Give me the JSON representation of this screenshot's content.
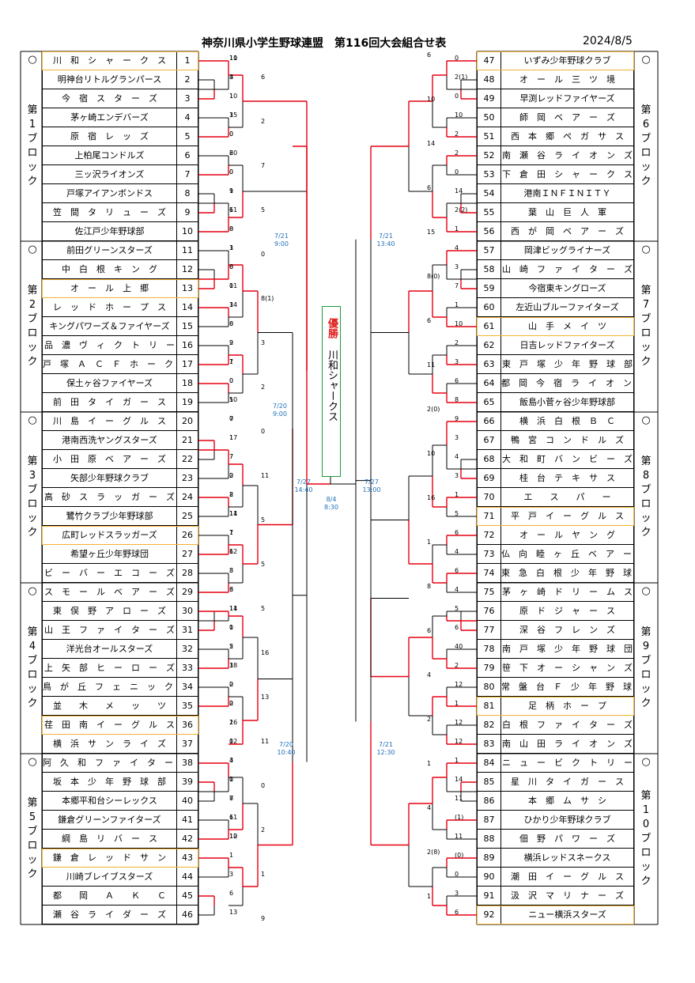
{
  "header": {
    "title": "神奈川県小学生野球連盟　第116回大会組合せ表",
    "date": "2024/8/5"
  },
  "colors": {
    "winner_line": "#e60012",
    "highlight": "#f2b233",
    "champion_border": "#1a9a3a",
    "date_text": "#1f6fb8"
  },
  "champion": {
    "label": "優勝",
    "team": "川和シャークス"
  },
  "final": {
    "date": "8/4",
    "time": "8:30"
  },
  "blocks": [
    {
      "circle": "○",
      "label": "第1ブロック"
    },
    {
      "circle": "○",
      "label": "第2ブロック"
    },
    {
      "circle": "○",
      "label": "第3ブロック"
    },
    {
      "circle": "○",
      "label": "第4ブロック"
    },
    {
      "circle": "○",
      "label": "第5ブロック"
    },
    {
      "circle": "○",
      "label": "第6ブロック"
    },
    {
      "circle": "○",
      "label": "第7ブロック"
    },
    {
      "circle": "○",
      "label": "第8ブロック"
    },
    {
      "circle": "○",
      "label": "第9ブロック"
    },
    {
      "circle": "○",
      "label": "第10ブロック"
    }
  ],
  "left_teams": [
    {
      "no": "1",
      "name": "川　和　シ　ャ　ー　ク　ス",
      "hl": true
    },
    {
      "no": "2",
      "name": "明神台リトルグランパース",
      "hl": false
    },
    {
      "no": "3",
      "name": "今　宿　ス　タ　ー　ズ",
      "hl": false
    },
    {
      "no": "4",
      "name": "茅ヶ崎エンデバーズ",
      "hl": false
    },
    {
      "no": "5",
      "name": "原　宿　レ　ッ　ズ",
      "hl": false
    },
    {
      "no": "6",
      "name": "上柏尾コンドルズ",
      "hl": false
    },
    {
      "no": "7",
      "name": "三ッ沢ライオンズ",
      "hl": false
    },
    {
      "no": "8",
      "name": "戸塚アイアンボンドス",
      "hl": false
    },
    {
      "no": "9",
      "name": "笠　間　タ　リ　ュ　ー　ズ",
      "hl": false
    },
    {
      "no": "10",
      "name": "佐江戸少年野球部",
      "hl": false
    },
    {
      "no": "11",
      "name": "前田グリーンスターズ",
      "hl": false
    },
    {
      "no": "12",
      "name": "中　白　根　キ　ン　グ",
      "hl": false
    },
    {
      "no": "13",
      "name": "オ　ー　ル　上　郷",
      "hl": true
    },
    {
      "no": "14",
      "name": "レ　ッ　ド　ホ　ー　プ　ス",
      "hl": false
    },
    {
      "no": "15",
      "name": "キングパワーズ＆ファイヤーズ",
      "hl": false
    },
    {
      "no": "16",
      "name": "品　濃　ヴ　ィ　ク　ト　リ　ー",
      "hl": false
    },
    {
      "no": "17",
      "name": "戸　塚　Ａ　Ｃ　Ｆ　ホ　ー　ク　ス",
      "hl": false
    },
    {
      "no": "18",
      "name": "保土ヶ谷ファイヤーズ",
      "hl": false
    },
    {
      "no": "19",
      "name": "前　田　タ　イ　ガ　ー　ス",
      "hl": false
    },
    {
      "no": "20",
      "name": "川　島　イ　ー　グ　ル　ス",
      "hl": false
    },
    {
      "no": "21",
      "name": "港南西洗ヤングスターズ",
      "hl": false
    },
    {
      "no": "22",
      "name": "小　田　原　ベ　ア　ー　ズ",
      "hl": false
    },
    {
      "no": "23",
      "name": "矢部少年野球クラブ",
      "hl": false
    },
    {
      "no": "24",
      "name": "高　砂　ス　ラ　ッ　ガ　ー　ズ",
      "hl": false
    },
    {
      "no": "25",
      "name": "鷺竹クラブ少年野球部",
      "hl": false
    },
    {
      "no": "26",
      "name": "広町レッドスラッガーズ",
      "hl": true
    },
    {
      "no": "27",
      "name": "希望ヶ丘少年野球団",
      "hl": false
    },
    {
      "no": "28",
      "name": "ビ　ー　バ　ー　エ　コ　ー　ズ",
      "hl": false
    },
    {
      "no": "29",
      "name": "ス　モ　ー　ル　ベ　ア　ー　ズ",
      "hl": false
    },
    {
      "no": "30",
      "name": "東　俣　野　ア　ロ　ー　ズ",
      "hl": false
    },
    {
      "no": "31",
      "name": "山　王　フ　ァ　イ　タ　ー　ズ",
      "hl": false
    },
    {
      "no": "32",
      "name": "洋光台オールスターズ",
      "hl": false
    },
    {
      "no": "33",
      "name": "上　矢　部　ヒ　ー　ロ　ー　ズ",
      "hl": false
    },
    {
      "no": "34",
      "name": "鳥　が　丘　フ　ェ　ニ　ッ　ク　ス",
      "hl": false
    },
    {
      "no": "35",
      "name": "並　　木　　メ　　ッ　　ツ",
      "hl": false
    },
    {
      "no": "36",
      "name": "荏　田　南　イ　ー　グ　ル　ス",
      "hl": true
    },
    {
      "no": "37",
      "name": "横　浜　サ　ン　ラ　イ　ズ",
      "hl": false
    },
    {
      "no": "38",
      "name": "阿　久　和　フ　ァ　イ　タ　ー　ズ",
      "hl": false
    },
    {
      "no": "39",
      "name": "坂　本　少　年　野　球　部",
      "hl": false
    },
    {
      "no": "40",
      "name": "本郷平和台シーレックス",
      "hl": false
    },
    {
      "no": "41",
      "name": "鎌倉グリーンファイターズ",
      "hl": false
    },
    {
      "no": "42",
      "name": "綱　島　リ　バ　ー　ス",
      "hl": false
    },
    {
      "no": "43",
      "name": "鎌　倉　レ　ッ　ド　サ　ン",
      "hl": true
    },
    {
      "no": "44",
      "name": "川崎ブレイブスターズ",
      "hl": false
    },
    {
      "no": "45",
      "name": "都　　岡　　Ａ　　Ｋ　　Ｃ",
      "hl": false
    },
    {
      "no": "46",
      "name": "瀬　谷　ラ　イ　ダ　ー　ズ",
      "hl": false
    }
  ],
  "right_teams": [
    {
      "no": "47",
      "name": "いずみ少年野球クラブ",
      "hl": true
    },
    {
      "no": "48",
      "name": "オ　ー　ル　三　ツ　境",
      "hl": false
    },
    {
      "no": "49",
      "name": "早渕レッドファイヤーズ",
      "hl": false
    },
    {
      "no": "50",
      "name": "師　岡　ベ　ア　ー　ズ",
      "hl": false
    },
    {
      "no": "51",
      "name": "西　本　郷　ペ　ガ　サ　ス",
      "hl": false
    },
    {
      "no": "52",
      "name": "南　瀬　谷　ラ　イ　オ　ン　ズ",
      "hl": false
    },
    {
      "no": "53",
      "name": "下　倉　田　シ　ャ　ー　ク　ス",
      "hl": false
    },
    {
      "no": "54",
      "name": "港南ＩＮＦＩＮＩＴＹ",
      "hl": false
    },
    {
      "no": "55",
      "name": "葉　山　巨　人　軍",
      "hl": false
    },
    {
      "no": "56",
      "name": "西　が　岡　ベ　ア　ー　ズ",
      "hl": false
    },
    {
      "no": "57",
      "name": "岡津ビッグライナーズ",
      "hl": false
    },
    {
      "no": "58",
      "name": "山　崎　フ　ァ　イ　タ　ー　ズ",
      "hl": false
    },
    {
      "no": "59",
      "name": "今宿東キングローズ",
      "hl": false
    },
    {
      "no": "60",
      "name": "左近山ブルーファイターズ",
      "hl": false
    },
    {
      "no": "61",
      "name": "山　手　メ　イ　ツ",
      "hl": true
    },
    {
      "no": "62",
      "name": "日吉レッドファイターズ",
      "hl": false
    },
    {
      "no": "63",
      "name": "東　戸　塚　少　年　野　球　部",
      "hl": false
    },
    {
      "no": "64",
      "name": "都　岡　今　宿　ラ　イ　オ　ン　ズ",
      "hl": false
    },
    {
      "no": "65",
      "name": "飯島小菅ヶ谷少年野球部",
      "hl": false
    },
    {
      "no": "66",
      "name": "横　浜　白　根　Ｂ　Ｃ",
      "hl": false
    },
    {
      "no": "67",
      "name": "鴨　宮　コ　ン　ド　ル　ズ",
      "hl": false
    },
    {
      "no": "68",
      "name": "大　和　町　バ　ン　ビ　ー　ズ",
      "hl": false
    },
    {
      "no": "69",
      "name": "桂　台　テ　キ　サ　ス",
      "hl": false
    },
    {
      "no": "70",
      "name": "エ　　ス　　パ　　ー",
      "hl": false
    },
    {
      "no": "71",
      "name": "平　戸　イ　ー　グ　ル　ス",
      "hl": true
    },
    {
      "no": "72",
      "name": "オ　ー　ル　ヤ　ン　グ",
      "hl": false
    },
    {
      "no": "73",
      "name": "仏　向　睦　ヶ　丘　ベ　ア　ー　ズ",
      "hl": false
    },
    {
      "no": "74",
      "name": "東　急　白　根　少　年　野　球　部",
      "hl": false
    },
    {
      "no": "75",
      "name": "茅　ヶ　崎　ド　リ　ー　ム　ス",
      "hl": false
    },
    {
      "no": "76",
      "name": "原　ド　ジ　ャ　ー　ス",
      "hl": false
    },
    {
      "no": "77",
      "name": "深　谷　フ　レ　ン　ズ",
      "hl": false
    },
    {
      "no": "78",
      "name": "南　戸　塚　少　年　野　球　団",
      "hl": false
    },
    {
      "no": "79",
      "name": "笹　下　オ　ー　シ　ャ　ン　ズ",
      "hl": false
    },
    {
      "no": "80",
      "name": "常　盤　台　Ｆ　少　年　野　球　団",
      "hl": false
    },
    {
      "no": "81",
      "name": "足　柄　ホ　ー　プ",
      "hl": true
    },
    {
      "no": "82",
      "name": "白　根　フ　ァ　イ　タ　ー　ズ",
      "hl": false
    },
    {
      "no": "83",
      "name": "南　山　田　ラ　イ　オ　ン　ズ",
      "hl": false
    },
    {
      "no": "84",
      "name": "ニ　ュ　ー　ビ　ク　ト　リ　ー",
      "hl": false
    },
    {
      "no": "85",
      "name": "星　川　タ　イ　ガ　ー　ス",
      "hl": false
    },
    {
      "no": "86",
      "name": "本　郷　ム　サ　シ",
      "hl": false
    },
    {
      "no": "87",
      "name": "ひかり少年野球クラブ",
      "hl": false
    },
    {
      "no": "88",
      "name": "佃　野　パ　ワ　ー　ズ",
      "hl": false
    },
    {
      "no": "89",
      "name": "横浜レッドスネークス",
      "hl": false
    },
    {
      "no": "90",
      "name": "潮　田　イ　ー　グ　ル　ス",
      "hl": false
    },
    {
      "no": "91",
      "name": "汲　沢　マ　リ　ナ　ー　ズ",
      "hl": false
    },
    {
      "no": "92",
      "name": "ニュー横浜スターズ",
      "hl": true
    }
  ],
  "dates": [
    {
      "text": "7/21\n9:00"
    },
    {
      "text": "7/20\n9:00"
    },
    {
      "text": "7/27\n14:40"
    },
    {
      "text": "7/20\n10:40"
    },
    {
      "text": "7/21\n13:40"
    },
    {
      "text": "7/27\n13:00"
    },
    {
      "text": "7/21\n12:30"
    }
  ],
  "scores": [
    "10",
    "3",
    "1",
    "15",
    "0",
    "6",
    "0",
    "1",
    "6",
    "8",
    "1",
    "0",
    "11",
    "14",
    "0",
    "9",
    "7",
    "0",
    "5",
    "7",
    "1",
    "7",
    "2",
    "8",
    "11",
    "7",
    "12",
    "3",
    "3",
    "11",
    "0",
    "2",
    "3",
    "2",
    "0",
    "2",
    "12",
    "4",
    "1",
    "7",
    "6",
    "12",
    "1",
    "3",
    "6",
    "13",
    "0",
    "2(1)",
    "0",
    "10",
    "2",
    "2",
    "0",
    "14",
    "2(2)",
    "1",
    "4",
    "3",
    "7",
    "1",
    "10",
    "2",
    "3",
    "6",
    "8",
    "9",
    "3",
    "4",
    "3",
    "1",
    "5",
    "6",
    "4",
    "6",
    "4",
    "5",
    "6",
    "40",
    "2",
    "12",
    "1",
    "12",
    "12",
    "1",
    "14",
    "11",
    "(1)",
    "11",
    "(0)",
    "0",
    "3",
    "6",
    "6",
    "6",
    "10",
    "2",
    "14",
    "7",
    "6",
    "5",
    "15",
    "0",
    "8(0)",
    "8(1)",
    "6",
    "3",
    "11",
    "2",
    "2(0)",
    "0",
    "10",
    "11",
    "16",
    "5",
    "1",
    "5",
    "8",
    "5",
    "6",
    "16",
    "4",
    "13",
    "2",
    "11",
    "1",
    "0",
    "4",
    "2",
    "2(8)",
    "1",
    "1",
    "9",
    "11",
    "4",
    "10",
    "3",
    "0",
    "20",
    "0",
    "9",
    "11",
    "0",
    "3",
    "6",
    "0",
    "3",
    "6",
    "2",
    "1",
    "0",
    "10",
    "0",
    "17",
    "7",
    "0",
    "2",
    "14",
    "1",
    "6",
    "8",
    "6",
    "14",
    "1",
    "5",
    "18",
    "0",
    "2",
    "16",
    "0",
    "3",
    "0",
    "8",
    "11",
    "10"
  ]
}
